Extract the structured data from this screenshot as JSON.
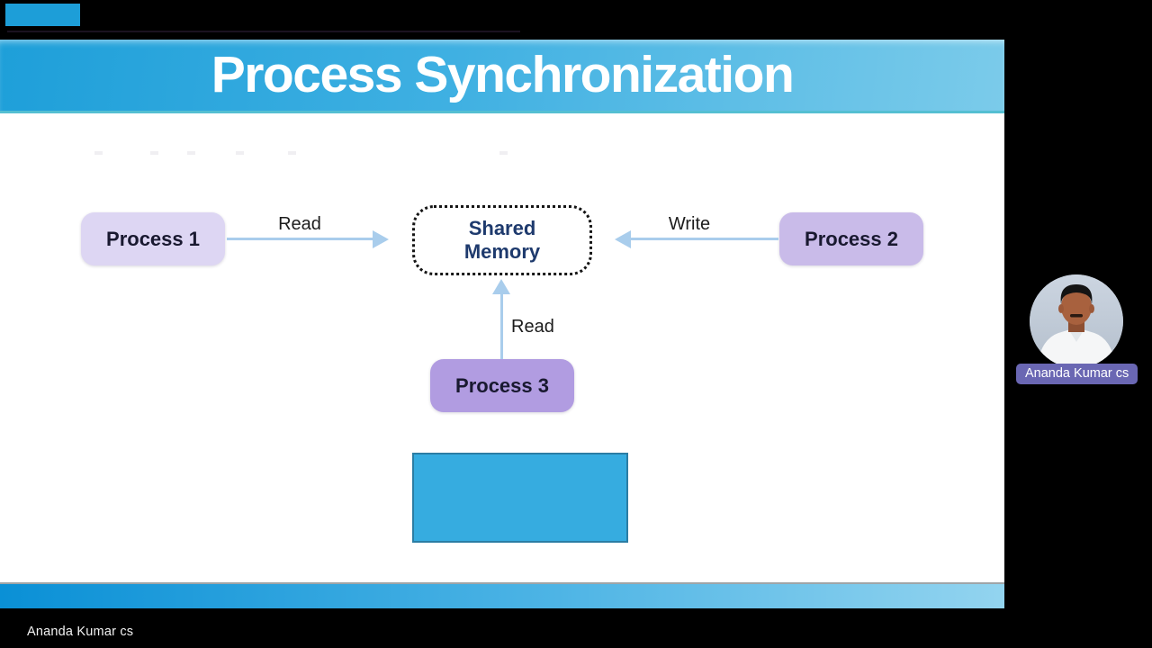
{
  "slide": {
    "title": "Process Synchronization",
    "nodes": {
      "process1": {
        "label": "Process 1"
      },
      "process2": {
        "label": "Process 2"
      },
      "process3": {
        "label": "Process 3"
      },
      "shared_memory": {
        "line1": "Shared",
        "line2": "Memory"
      }
    },
    "edges": {
      "read1": {
        "label": "Read",
        "from": "Process 1",
        "to": "Shared Memory"
      },
      "write": {
        "label": "Write",
        "from": "Process 2",
        "to": "Shared Memory"
      },
      "read2": {
        "label": "Read",
        "from": "Process 3",
        "to": "Shared Memory"
      }
    },
    "colors": {
      "banner_gradient_start": "#1e9fd9",
      "banner_gradient_end": "#7bcbea",
      "arrow": "#a9cdec",
      "process1_fill": "#ddd6f3",
      "process2_fill": "#c9bbe9",
      "process3_fill": "#b19ce1",
      "shared_memory_text": "#1e3a6d",
      "info_rect_fill": "#36ace0",
      "info_rect_border": "#2b7da4",
      "bottom_bar_start": "#0a90d6",
      "bottom_bar_end": "#93d4ef"
    }
  },
  "participant": {
    "name": "Ananda Kumar cs",
    "badge_color": "#6a67b3",
    "avatar_icon": "person-photo"
  },
  "presenter": {
    "name": "Ananda Kumar cs"
  }
}
